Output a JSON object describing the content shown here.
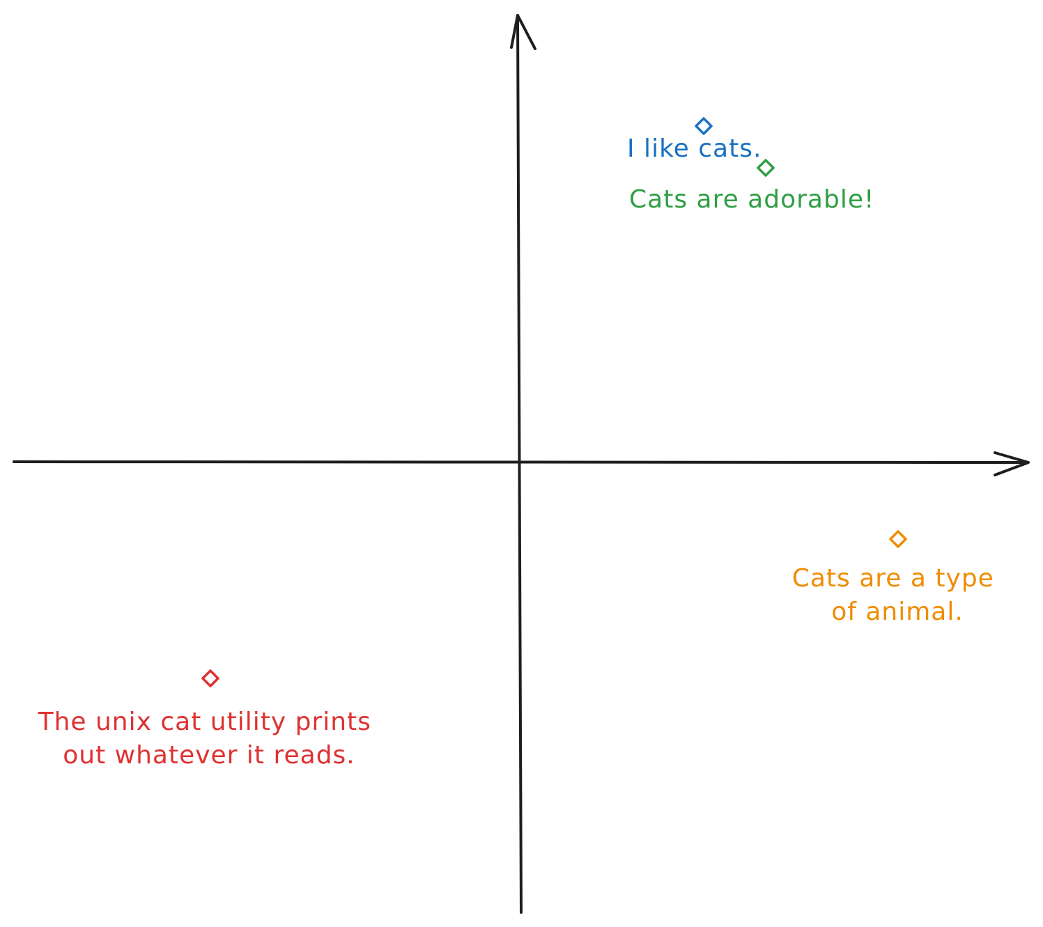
{
  "points": [
    {
      "id": "like-cats",
      "lines": [
        "I like cats."
      ],
      "color": "#1971c2",
      "marker_icon": "diamond-marker-icon"
    },
    {
      "id": "adorable",
      "lines": [
        "Cats are adorable!"
      ],
      "color": "#2f9e44",
      "marker_icon": "diamond-marker-icon"
    },
    {
      "id": "animal",
      "lines": [
        "Cats are a type",
        "of animal."
      ],
      "color": "#f08c00",
      "marker_icon": "diamond-marker-icon"
    },
    {
      "id": "unix",
      "lines": [
        "The unix cat utility prints",
        "out whatever it reads."
      ],
      "color": "#e03131",
      "marker_icon": "diamond-marker-icon"
    }
  ],
  "axis_color": "#1e1e1e"
}
